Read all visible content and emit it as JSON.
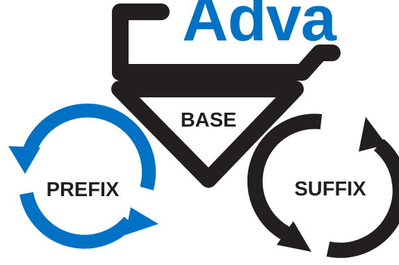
{
  "header": {
    "title_fragment": "Adva"
  },
  "labels": {
    "base": "BASE",
    "prefix": "PREFIX",
    "suffix": "SUFFIX"
  },
  "colors": {
    "blue": "#0072c6",
    "black": "#231f20",
    "background": "#ffffff"
  }
}
